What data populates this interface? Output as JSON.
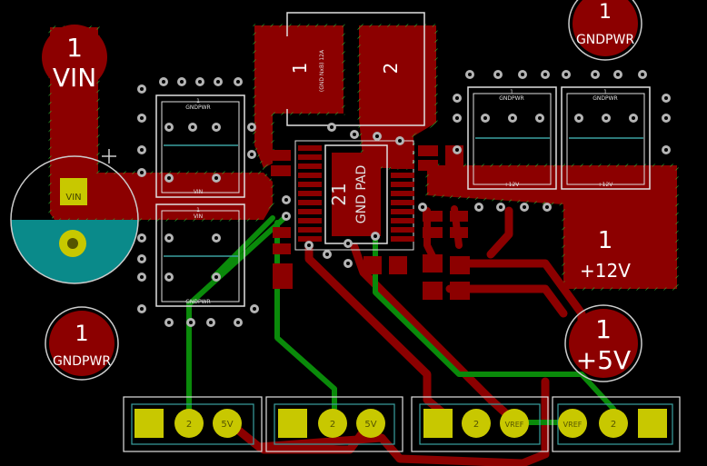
{
  "board": {
    "background": "#000000",
    "colors": {
      "copper_top": "#8c0000",
      "copper_bottom": "#0a8a0a",
      "pad": "#c8c800",
      "hatch": "#2fb42f",
      "silk": "#e0e0e0",
      "courtyard": "#3aa0a0",
      "via": "#b4b4b4"
    }
  },
  "test_points": {
    "gnd_top": {
      "number": "1",
      "name": "GNDPWR"
    },
    "vin": {
      "number": "1",
      "name": "VIN"
    },
    "gnd_left": {
      "number": "1",
      "name": "GNDPWR"
    },
    "v12": {
      "number": "1",
      "name": "+12V"
    },
    "v5": {
      "number": "1",
      "name": "+5V"
    }
  },
  "capacitor": {
    "pad1": "VIN",
    "pad2": ""
  },
  "modules": {
    "top_left": {
      "pin": "1",
      "net": "GNDPWR",
      "net_bottom": "VIN"
    },
    "bottom_left": {
      "pin": "1",
      "net": "VIN",
      "net_bottom": "GNDPWR"
    },
    "right_a": {
      "pin": "1",
      "net": "GNDPWR",
      "net_bottom": "+12V"
    },
    "right_b": {
      "pin": "1",
      "net": "GNDPWR",
      "net_bottom": "+12V"
    }
  },
  "inductor": {
    "pad1": "1",
    "pad2": "2",
    "mark": "(GND NxB) 12A"
  },
  "ic": {
    "ref": "21",
    "value": "GND PAD"
  },
  "connectors": [
    {
      "pins": [
        "",
        "2",
        "5V"
      ]
    },
    {
      "pins": [
        "",
        "2",
        "5V"
      ]
    },
    {
      "pins": [
        "",
        "2",
        "VREF"
      ]
    },
    {
      "pins": [
        "VREF",
        "2",
        ""
      ]
    }
  ]
}
